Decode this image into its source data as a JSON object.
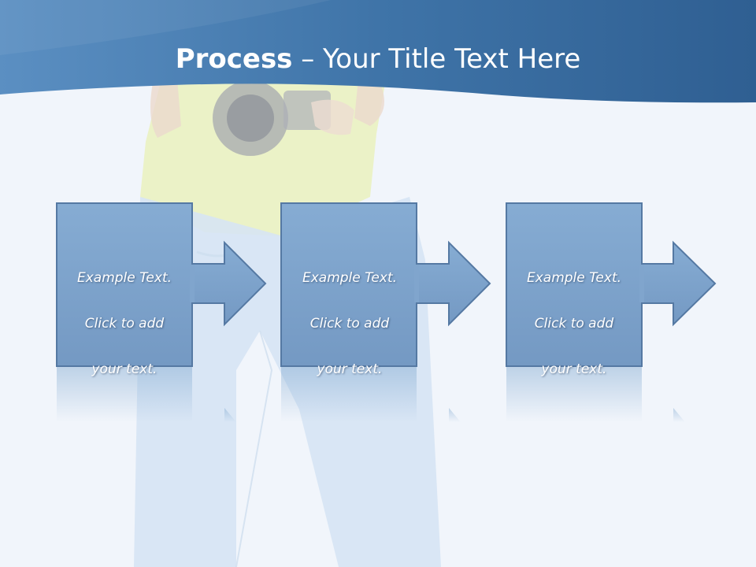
{
  "slide": {
    "title_bold": "Process",
    "title_rest": " – Your Title Text Here"
  },
  "steps": [
    {
      "line1": "Example Text.",
      "line2": "Click  to add",
      "line3": "your text."
    },
    {
      "line1": "Example Text.",
      "line2": "Click  to add",
      "line3": "your text."
    },
    {
      "line1": "Example Text.",
      "line2": "Click  to add",
      "line3": "your text."
    }
  ],
  "colors": {
    "header_blue": "#3f74a8",
    "box_fill": "#7ea7cf",
    "box_stroke": "#5579a3",
    "background": "#f2f5fb"
  },
  "icons": {
    "arrow": "right-arrow-icon"
  }
}
